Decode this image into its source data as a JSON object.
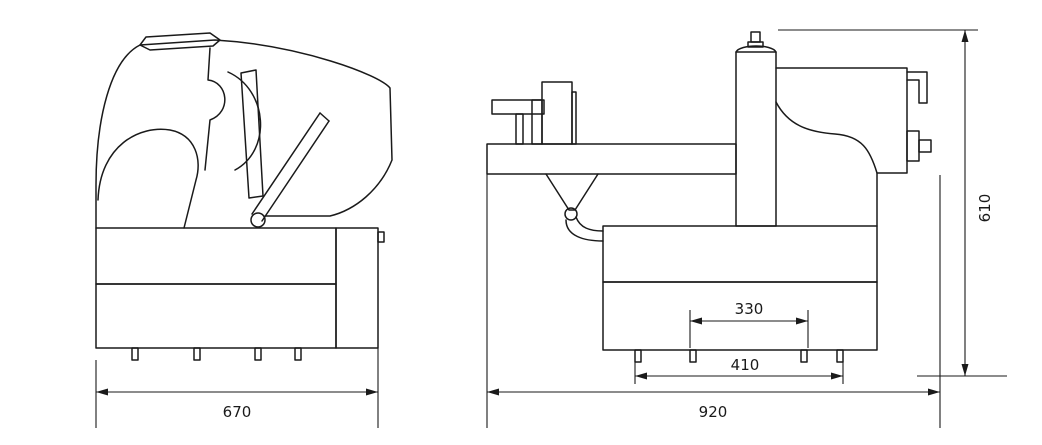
{
  "dimensions": {
    "left_width": "670",
    "right_width": "920",
    "feet_inner": "330",
    "feet_outer": "410",
    "height": "610"
  }
}
